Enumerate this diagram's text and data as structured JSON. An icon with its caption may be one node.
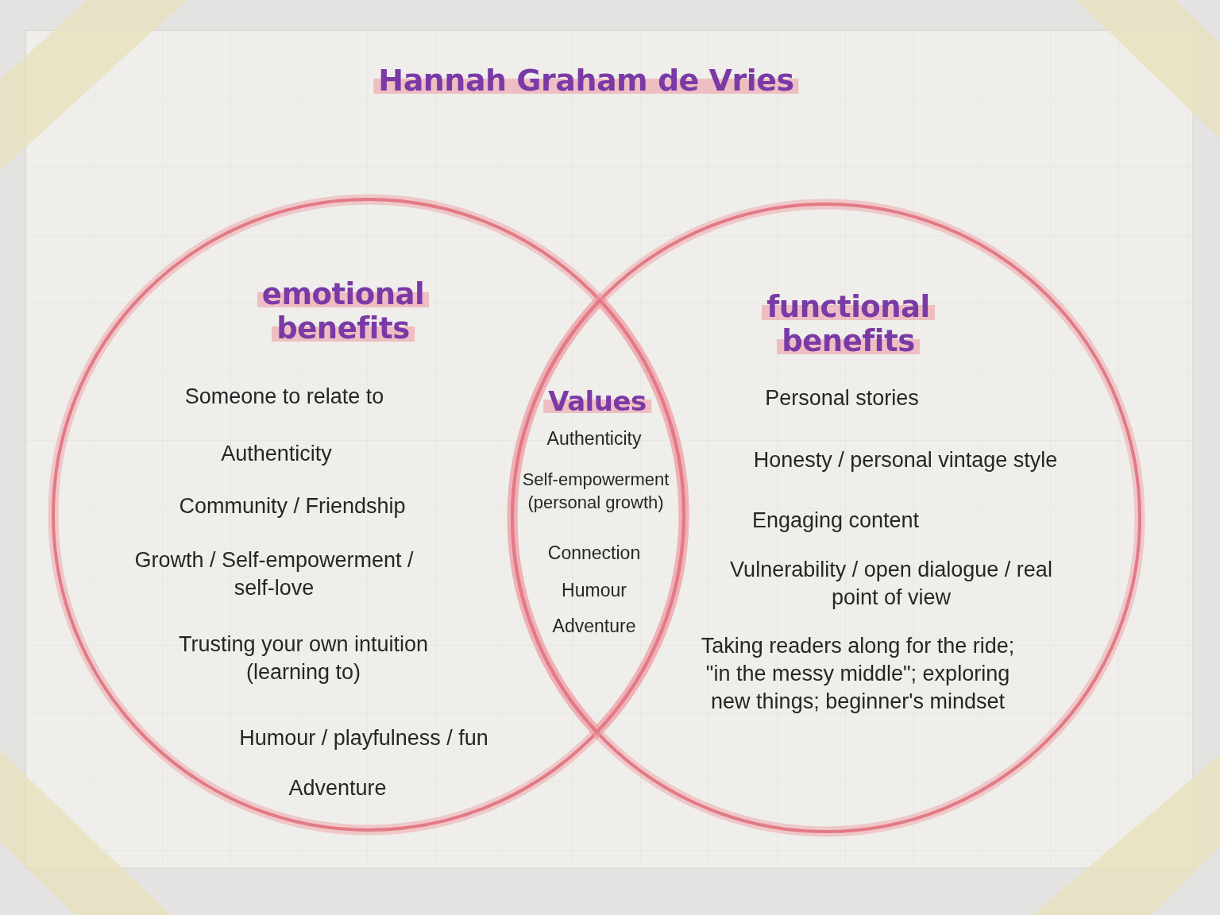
{
  "diagram": {
    "title": "Hannah Graham de Vries",
    "nodes": [
      {
        "text": [
          "emotional benefits",
          "Someone to relate to",
          "Authenticity",
          "Community / Friendship",
          "Growth / Self-empowerment / self-love",
          "Trusting your own intuition (learning to)",
          "Humour / playfulness / fun",
          "Adventure"
        ]
      },
      {
        "text": [
          "functional benefits",
          "Personal stories",
          "Honesty / personal vintage style",
          "Engaging content",
          "Vulnerability / open dialogue / real point of view",
          "Taking readers along for the ride; \"in the messy middle\"; exploring new things; beginner's mindset"
        ]
      },
      {
        "text": [
          "Values",
          "Authenticity",
          "Self-empowerment (personal growth)",
          "Connection",
          "Humour",
          "Adventure"
        ]
      }
    ]
  }
}
